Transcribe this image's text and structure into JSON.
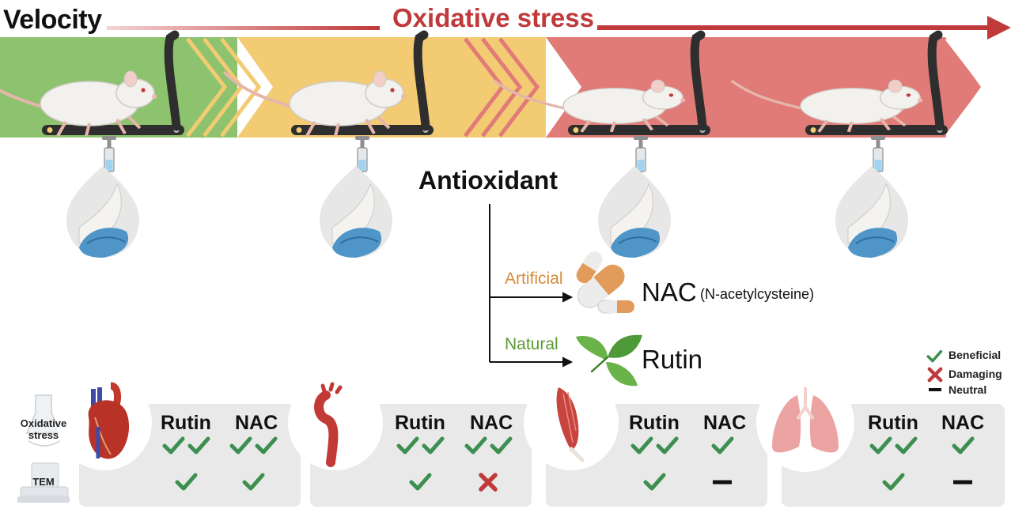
{
  "header": {
    "velocity": "Velocity",
    "oxidative_stress": "Oxidative stress"
  },
  "antioxidant": {
    "title": "Antioxidant",
    "artificial_label": "Artificial",
    "natural_label": "Natural",
    "nac_name": "NAC",
    "nac_full": "(N-acetylcysteine)",
    "rutin_name": "Rutin"
  },
  "legend": {
    "beneficial": "Beneficial",
    "damaging": "Damaging",
    "neutral": "Neutral"
  },
  "row_labels": {
    "oxidative_stress": "Oxidative stress",
    "tem": "TEM"
  },
  "colors": {
    "green": "#8dc26f",
    "yellow": "#f2cb73",
    "red": "#e07b78",
    "arrow_red": "#c0393b",
    "check": "#3d8f50",
    "cross": "#c0393b"
  },
  "panels": [
    {
      "organ": "heart-icon",
      "col1": "Rutin",
      "col2": "NAC",
      "row1": {
        "col1": [
          "beneficial",
          "beneficial"
        ],
        "col2": [
          "beneficial",
          "beneficial"
        ]
      },
      "row2": {
        "col1": [
          "beneficial"
        ],
        "col2": [
          "beneficial"
        ]
      }
    },
    {
      "organ": "aorta-icon",
      "col1": "Rutin",
      "col2": "NAC",
      "row1": {
        "col1": [
          "beneficial",
          "beneficial"
        ],
        "col2": [
          "beneficial",
          "beneficial"
        ]
      },
      "row2": {
        "col1": [
          "beneficial"
        ],
        "col2": [
          "damaging"
        ]
      }
    },
    {
      "organ": "muscle-icon",
      "col1": "Rutin",
      "col2": "NAC",
      "row1": {
        "col1": [
          "beneficial",
          "beneficial"
        ],
        "col2": [
          "beneficial"
        ]
      },
      "row2": {
        "col1": [
          "beneficial"
        ],
        "col2": [
          "neutral"
        ]
      }
    },
    {
      "organ": "lungs-icon",
      "col1": "Rutin",
      "col2": "NAC",
      "row1": {
        "col1": [
          "beneficial",
          "beneficial"
        ],
        "col2": [
          "beneficial"
        ]
      },
      "row2": {
        "col1": [
          "beneficial"
        ],
        "col2": [
          "neutral"
        ]
      }
    }
  ]
}
